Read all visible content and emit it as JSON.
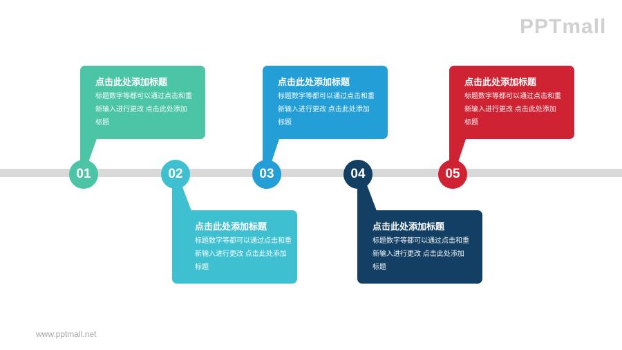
{
  "logo": {
    "text": "PPTmall"
  },
  "footer": {
    "url": "www.pptmall.net"
  },
  "timeline": {
    "bar_color": "#d9d9d9",
    "steps": [
      {
        "number": "01",
        "color": "#4cc5a7",
        "position": "top",
        "title": "点击此处添加标题",
        "body": "标题数字等都可以通过点击和重新输入进行更改 点击此处添加标题"
      },
      {
        "number": "02",
        "color": "#3fc0d0",
        "position": "bottom",
        "title": "点击此处添加标题",
        "body": "标题数字等都可以通过点击和重新输入进行更改 点击此处添加标题"
      },
      {
        "number": "03",
        "color": "#239ed6",
        "position": "top",
        "title": "点击此处添加标题",
        "body": "标题数字等都可以通过点击和重新输入进行更改 点击此处添加标题"
      },
      {
        "number": "04",
        "color": "#123f63",
        "position": "bottom",
        "title": "点击此处添加标题",
        "body": "标题数字等都可以通过点击和重新输入进行更改 点击此处添加标题"
      },
      {
        "number": "05",
        "color": "#cf2333",
        "position": "top",
        "title": "点击此处添加标题",
        "body": "标题数字等都可以通过点击和重新输入进行更改 点击此处添加标题"
      }
    ]
  }
}
